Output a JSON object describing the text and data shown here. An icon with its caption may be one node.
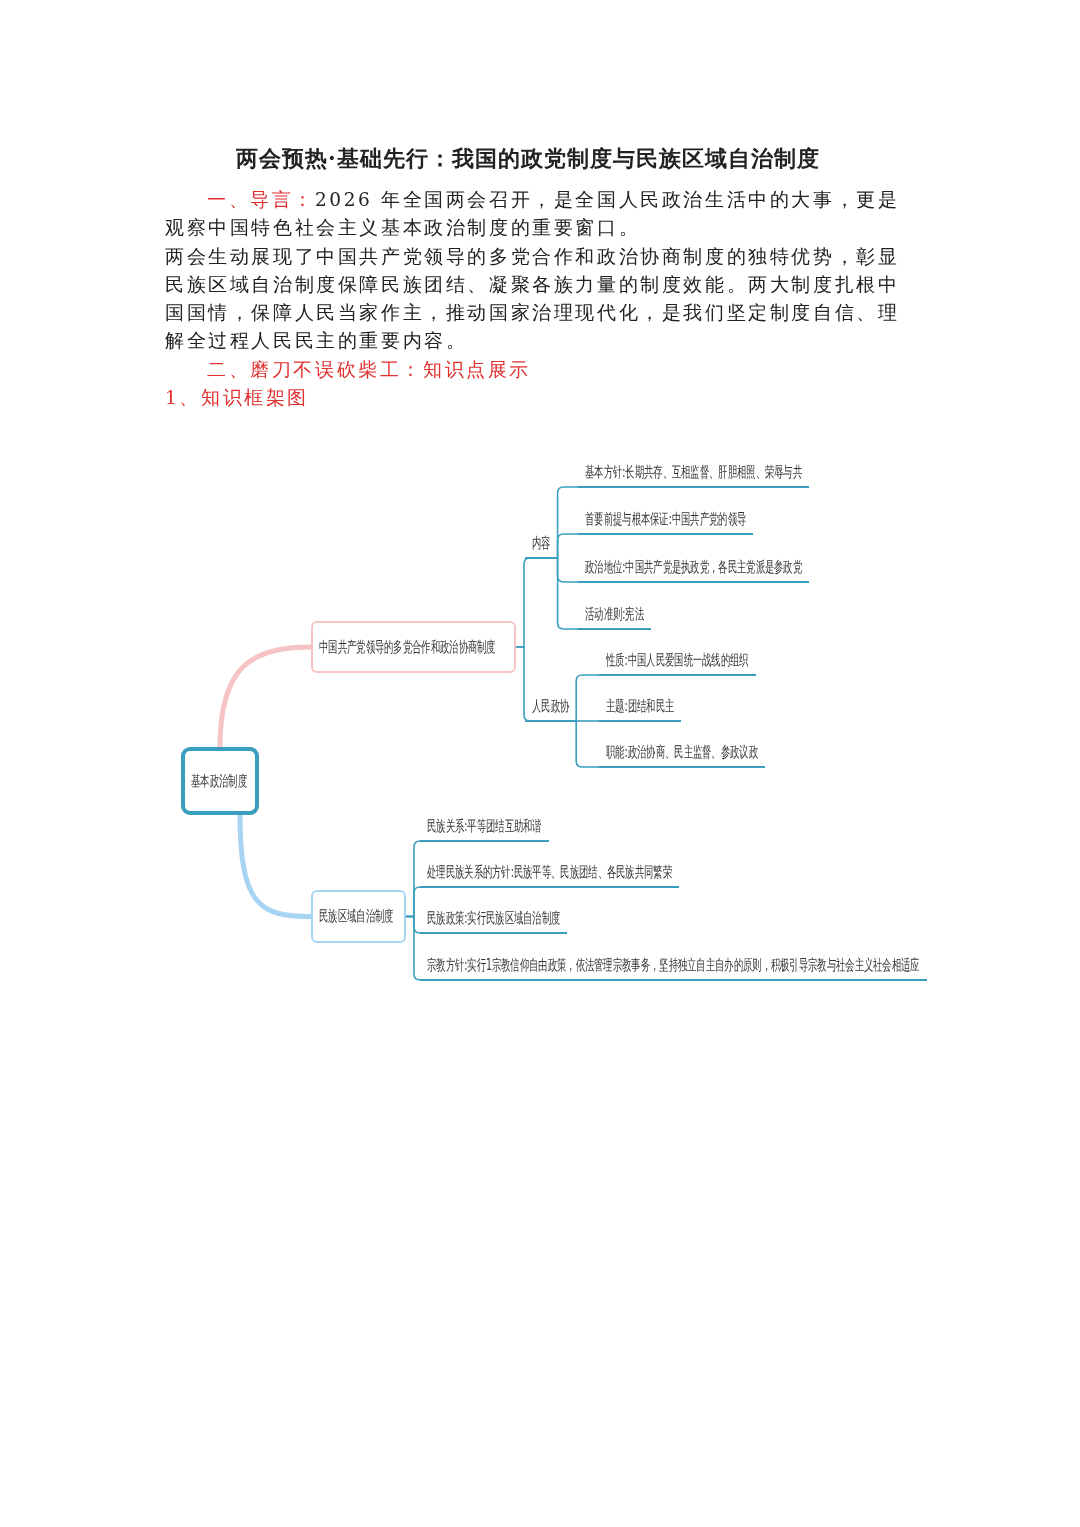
{
  "diagram": {
    "title": "两会预热·基础先行：我国的政党制度与民族区域自治制度",
    "nodes": [
      {
        "text": [
          "基本政治制度"
        ]
      },
      {
        "text": [
          "中国共产党领导的多党合作和政治协商制度"
        ]
      },
      {
        "text": [
          "内容"
        ]
      },
      {
        "text": [
          "基本方针:长期共存、互相监督、肝胆相照、荣辱与共"
        ]
      },
      {
        "text": [
          "首要前提与根本保证:中国共产党的领导"
        ]
      },
      {
        "text": [
          "政治地位:中国共产党是执政党，各民主党派是参政党"
        ]
      },
      {
        "text": [
          "活动准则:宪法"
        ]
      },
      {
        "text": [
          "人民政协"
        ]
      },
      {
        "text": [
          "性质:中国人民爱国统一战线的组织"
        ]
      },
      {
        "text": [
          "主题:团结和民主"
        ]
      },
      {
        "text": [
          "职能:政治协商、民主监督、参政议政"
        ]
      },
      {
        "text": [
          "民族区域自治制度"
        ]
      },
      {
        "text": [
          "民族关系:平等团结互助和谐"
        ]
      },
      {
        "text": [
          "处理民族关系的方针:民族平等、民族团结、各民族共同繁荣"
        ]
      },
      {
        "text": [
          "民族政策:实行民族区域自治制度"
        ]
      },
      {
        "text": [
          "宗教方针:实行1宗教信仰自由政策，依法管理宗教事务，坚持独立自主自办的原则，积极引导宗教与社会主义社会相适应"
        ]
      }
    ],
    "edges": [
      {
        "from": 0,
        "to": 1,
        "arrow": "none",
        "style": "thick",
        "color": "#f6c4c4"
      },
      {
        "from": 1,
        "to": 2,
        "arrow": "none"
      },
      {
        "from": 2,
        "to": 3,
        "arrow": "none"
      },
      {
        "from": 2,
        "to": 4,
        "arrow": "none"
      },
      {
        "from": 2,
        "to": 5,
        "arrow": "none"
      },
      {
        "from": 2,
        "to": 6,
        "arrow": "none"
      },
      {
        "from": 1,
        "to": 7,
        "arrow": "none"
      },
      {
        "from": 7,
        "to": 8,
        "arrow": "none"
      },
      {
        "from": 7,
        "to": 9,
        "arrow": "none"
      },
      {
        "from": 7,
        "to": 10,
        "arrow": "none"
      },
      {
        "from": 0,
        "to": 11,
        "arrow": "none",
        "style": "thick",
        "color": "#a8d4f4"
      },
      {
        "from": 11,
        "to": 12,
        "arrow": "none"
      },
      {
        "from": 11,
        "to": 13,
        "arrow": "none"
      },
      {
        "from": 11,
        "to": 14,
        "arrow": "none"
      },
      {
        "from": 11,
        "to": 15,
        "arrow": "none"
      }
    ],
    "labels": [
      "一、导言：",
      "2026 年全国两会召开，是全国人民政治生活中的大事，更是观察中国特色社会主义基本政治制度的重要窗口。",
      "两会生动展现了中国共产党领导的多党合作和政治协商制度的独特优势，彰显民族区域自治制度保障民族团结、凝聚各族力量的制度效能。两大制度扎根中国国情，保障人民当家作主，推动国家治理现代化，是我们坚定制度自信、理解全过程人民民主的重要内容。",
      "二、磨刀不误砍柴工：知识点展示",
      "1、知识框架图"
    ]
  }
}
